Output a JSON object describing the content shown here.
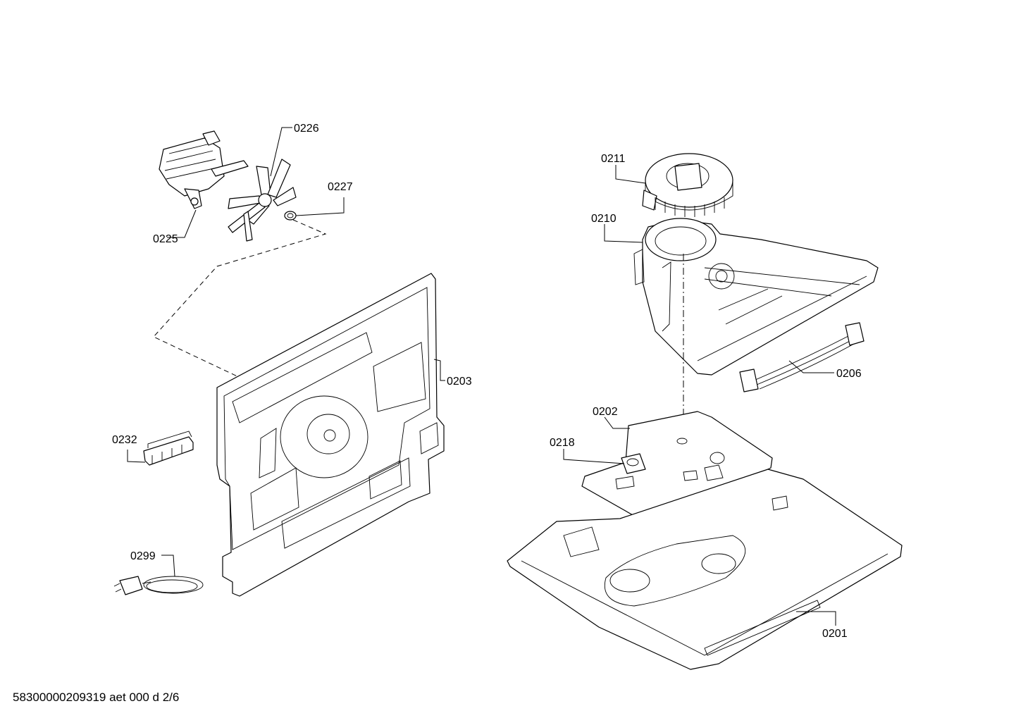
{
  "footer": {
    "document_code": "58300000209319 aet 000 d 2/6"
  },
  "labels": {
    "p0225": "0225",
    "p0226": "0226",
    "p0227": "0227",
    "p0203": "0203",
    "p0232": "0232",
    "p0299": "0299",
    "p0211": "0211",
    "p0210": "0210",
    "p0206": "0206",
    "p0202": "0202",
    "p0218": "0218",
    "p0201": "0201"
  }
}
